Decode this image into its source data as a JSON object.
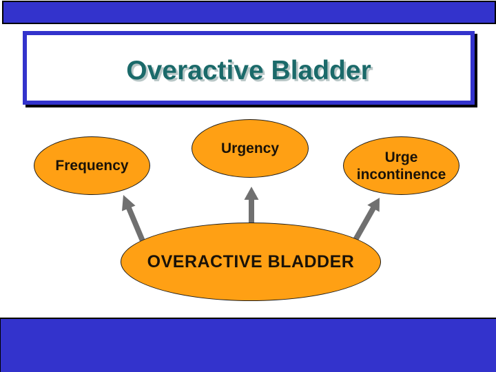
{
  "slide": {
    "title": "Overactive Bladder",
    "diagram": {
      "center_node": {
        "label": "OVERACTIVE BLADDER"
      },
      "nodes": [
        {
          "id": "frequency",
          "label": "Frequency"
        },
        {
          "id": "urgency",
          "label": "Urgency"
        },
        {
          "id": "urge-incontinence",
          "label": "Urge incontinence"
        }
      ],
      "arrows": [
        {
          "from": "overactive-bladder",
          "to": "frequency"
        },
        {
          "from": "overactive-bladder",
          "to": "urgency"
        },
        {
          "from": "overactive-bladder",
          "to": "urge-incontinence"
        }
      ]
    }
  },
  "colors": {
    "bar_blue": "#3333cc",
    "node_orange": "#ffa014",
    "arrow_gray": "#707070",
    "title_teal": "#1b6a6a",
    "title_shadow": "#b9c7c7"
  }
}
